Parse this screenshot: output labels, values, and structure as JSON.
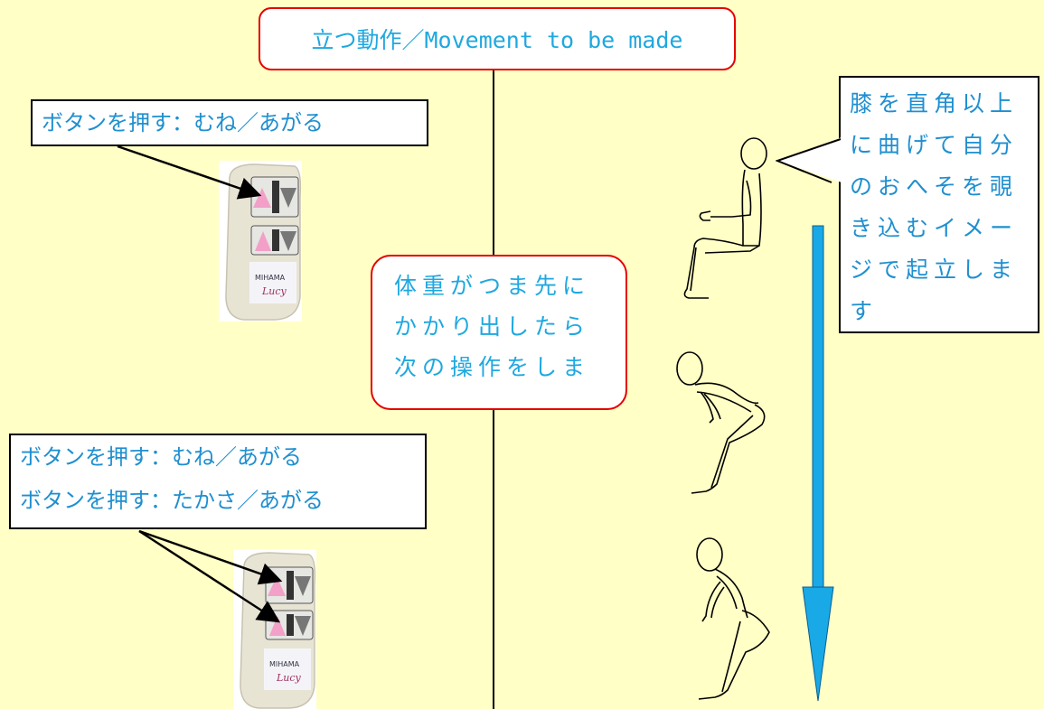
{
  "title": "立つ動作／Movement to be made",
  "top_left_label": "ボタンを押す：むね／あがる",
  "bottom_left_labels": [
    "ボタンを押す：むね／あがる",
    "ボタンを押す：たかさ／あがる"
  ],
  "center_note_lines": [
    "体重がつま先に",
    "かかり出したら",
    "次の操作をしま"
  ],
  "right_note_lines": [
    "膝を直角以上",
    "に曲げて自分",
    "のおへそを覗",
    "き込むイメー",
    "ジで起立しま",
    "す"
  ],
  "remote_logo": "MIHAMA",
  "colors": {
    "background": "#FFFFC6",
    "title_text": "#1FA8E0",
    "border_red": "#E60000",
    "arrow_blue": "#19A9E6",
    "triangle_pink": "#F2A0C8"
  }
}
